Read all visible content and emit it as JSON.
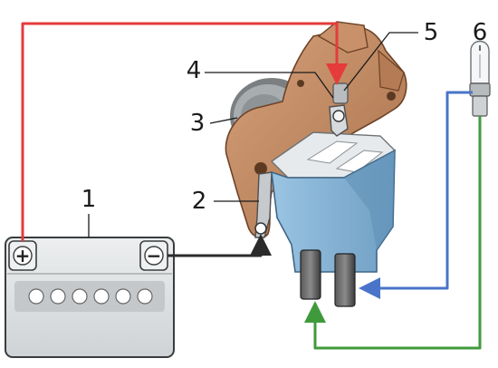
{
  "labels": {
    "battery": "1",
    "bracket": "2",
    "generator": "3",
    "terminal": "4",
    "clamp": "5",
    "lamp": "6"
  },
  "battery_terminals": {
    "positive": "+",
    "negative": "−"
  },
  "colors": {
    "wire_positive": "#e53b3b",
    "wire_negative": "#2b2b2b",
    "wire_lamp": "#4a74c9",
    "wire_ground": "#3f9a3c",
    "regulator_body": "#86b4d6",
    "generator_housing": "#c08a63",
    "battery_case": "#d9dcdd"
  }
}
